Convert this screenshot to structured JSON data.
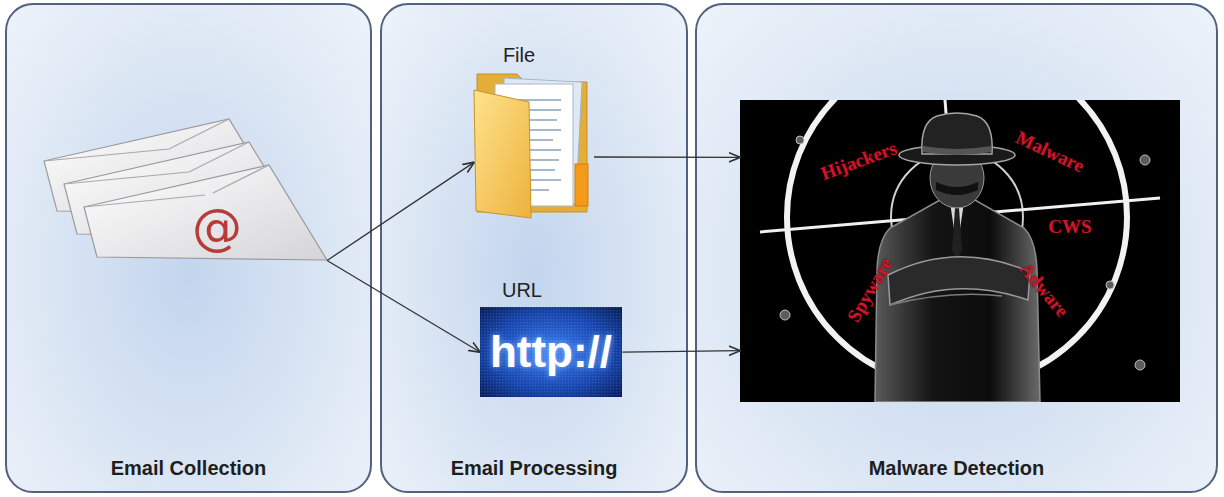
{
  "diagram": {
    "nodes": [
      {
        "text": [
          "Email Collection"
        ]
      },
      {
        "text": [
          "@"
        ],
        "in": 0
      },
      {
        "text": [
          "Email Processing"
        ]
      },
      {
        "text": [
          "File"
        ],
        "in": 2
      },
      {
        "text": [
          "URL",
          "http://"
        ],
        "in": 2
      },
      {
        "text": [
          "Malware Detection"
        ]
      },
      {
        "text": [
          "Hijackers",
          "Malware",
          "CWS",
          "Spyware",
          "Adware"
        ],
        "in": 5
      }
    ],
    "edges": [
      {
        "from": 1,
        "to": 3,
        "arrow": "to"
      },
      {
        "from": 1,
        "to": 4,
        "arrow": "to"
      },
      {
        "from": 3,
        "to": 6,
        "arrow": "to"
      },
      {
        "from": 4,
        "to": 6,
        "arrow": "to"
      }
    ]
  }
}
